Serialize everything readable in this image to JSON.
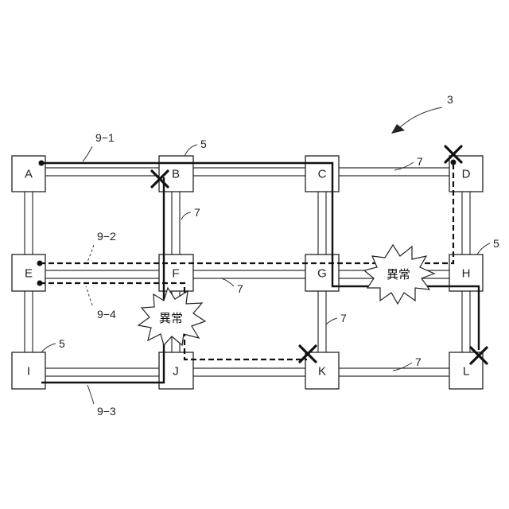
{
  "figure_ref": "3",
  "nodes": {
    "A": "A",
    "B": "B",
    "C": "C",
    "D": "D",
    "E": "E",
    "F": "F",
    "G": "G",
    "H": "H",
    "I": "I",
    "J": "J",
    "K": "K",
    "L": "L"
  },
  "ref_labels": {
    "node_ref_1": "5",
    "node_ref_2": "5",
    "node_ref_3": "5",
    "link_ref_1": "7",
    "link_ref_2": "7",
    "link_ref_3": "7",
    "link_ref_4": "7",
    "link_ref_5": "7"
  },
  "routes": {
    "route_9_1": "9−1",
    "route_9_2": "9−2",
    "route_9_3": "9−3",
    "route_9_4": "9−4"
  },
  "anomalies": {
    "anomaly_1": "異常",
    "anomaly_2": "異常"
  }
}
